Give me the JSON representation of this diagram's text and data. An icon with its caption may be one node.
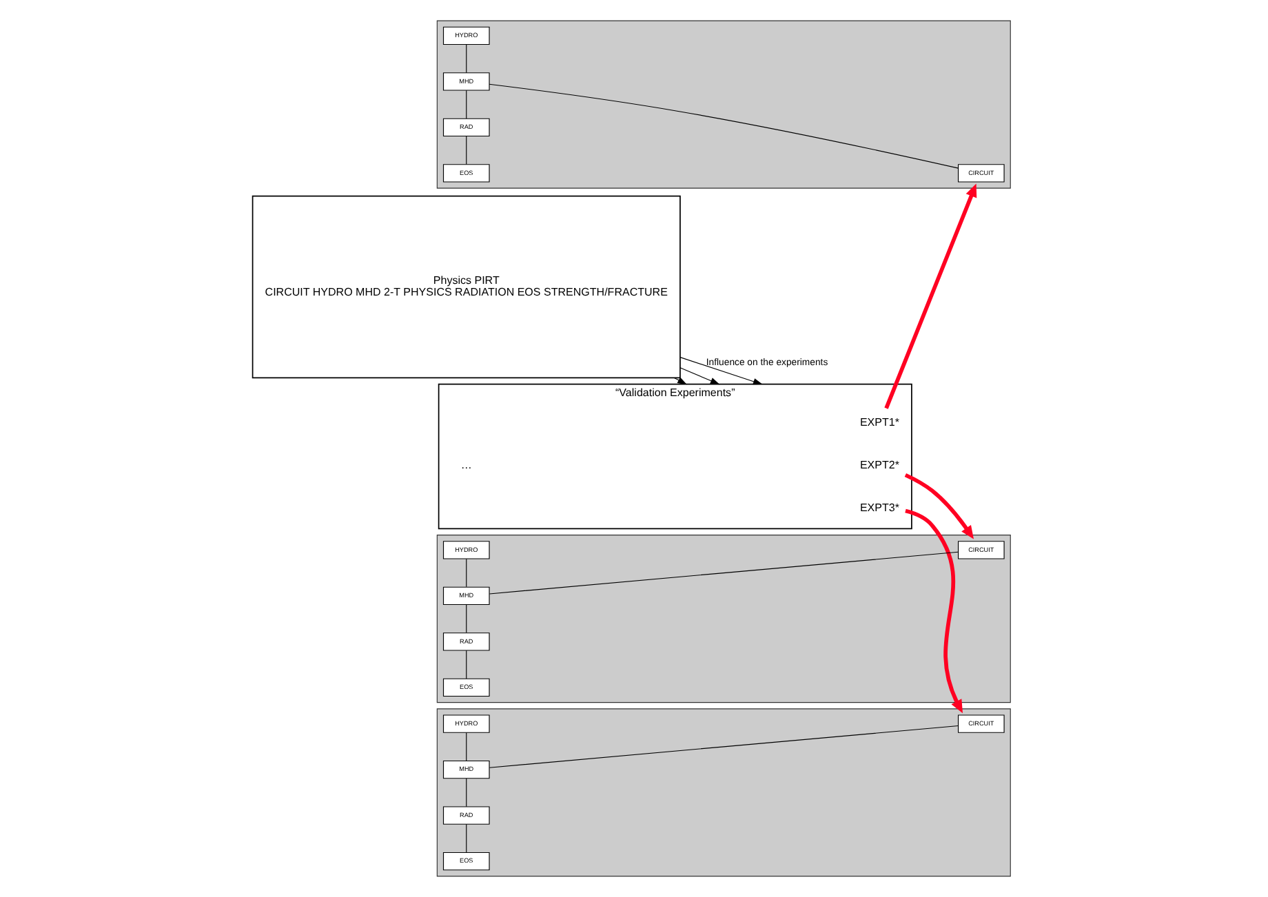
{
  "diagram": {
    "nodes": [
      {
        "text": [
          "Physics PIRT",
          "CIRCUIT HYDRO MHD 2-T PHYSICS RADIATION EOS STRENGTH/FRACTURE"
        ]
      },
      {
        "text": [
          "“Validation Experiments”"
        ]
      },
      {
        "text": [
          "EXPT1*"
        ],
        "in": 1
      },
      {
        "text": [
          "EXPT2*"
        ],
        "in": 1
      },
      {
        "text": [
          "EXPT3*"
        ],
        "in": 1
      },
      {
        "text": [
          "…"
        ],
        "in": 1
      },
      {
        "text": [],
        "shape": "box"
      },
      {
        "text": [
          "CIRCUIT"
        ],
        "in": 6
      },
      {
        "text": [
          "HYDRO"
        ],
        "in": 6
      },
      {
        "text": [
          "MHD"
        ],
        "in": 6
      },
      {
        "text": [
          "RAD"
        ],
        "in": 6
      },
      {
        "text": [
          "EOS"
        ],
        "in": 6
      },
      {
        "text": [],
        "shape": "box"
      },
      {
        "text": [
          "CIRCUIT"
        ],
        "in": 12
      },
      {
        "text": [
          "HYDRO"
        ],
        "in": 12
      },
      {
        "text": [
          "MHD"
        ],
        "in": 12
      },
      {
        "text": [
          "RAD"
        ],
        "in": 12
      },
      {
        "text": [
          "EOS"
        ],
        "in": 12
      },
      {
        "text": [],
        "shape": "box"
      },
      {
        "text": [
          "CIRCUIT"
        ],
        "in": 18
      },
      {
        "text": [
          "HYDRO"
        ],
        "in": 18
      },
      {
        "text": [
          "MHD"
        ],
        "in": 18
      },
      {
        "text": [
          "RAD"
        ],
        "in": 18
      },
      {
        "text": [
          "EOS"
        ],
        "in": 18
      }
    ],
    "edges": [
      {
        "from": 0,
        "to": 1,
        "arrow": "to",
        "label": "Influence on the experiments"
      },
      {
        "from": 0,
        "to": 1,
        "arrow": "to"
      },
      {
        "from": 0,
        "to": 1,
        "arrow": "to"
      },
      {
        "from": 2,
        "to": 6,
        "arrow": "to",
        "style": "thick",
        "color": "#ff0022"
      },
      {
        "from": 3,
        "to": 12,
        "arrow": "to",
        "style": "thick",
        "color": "#ff0022"
      },
      {
        "from": 4,
        "to": 18,
        "arrow": "to",
        "style": "thick",
        "color": "#ff0022"
      },
      {
        "from": 7,
        "to": 9,
        "arrow": "none"
      },
      {
        "from": 8,
        "to": 9,
        "arrow": "none"
      },
      {
        "from": 9,
        "to": 10,
        "arrow": "none"
      },
      {
        "from": 10,
        "to": 11,
        "arrow": "none"
      },
      {
        "from": 13,
        "to": 15,
        "arrow": "none"
      },
      {
        "from": 14,
        "to": 15,
        "arrow": "none"
      },
      {
        "from": 15,
        "to": 16,
        "arrow": "none"
      },
      {
        "from": 16,
        "to": 17,
        "arrow": "none"
      },
      {
        "from": 19,
        "to": 21,
        "arrow": "none"
      },
      {
        "from": 20,
        "to": 21,
        "arrow": "none"
      },
      {
        "from": 21,
        "to": 22,
        "arrow": "none"
      },
      {
        "from": 22,
        "to": 23,
        "arrow": "none"
      }
    ]
  }
}
